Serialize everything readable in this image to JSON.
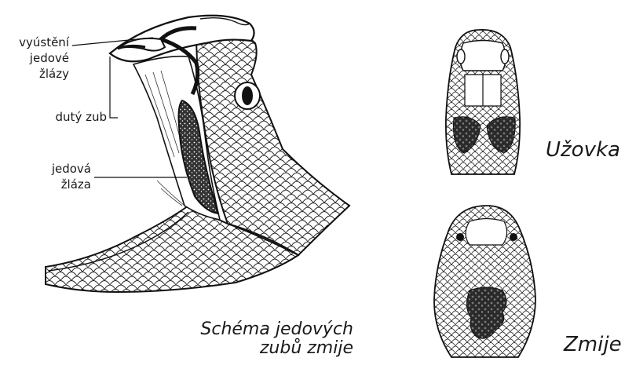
{
  "diagram": {
    "labels": {
      "duct_line1": "vyústění",
      "duct_line2": "jedové",
      "duct_line3": "žlázy",
      "hollow_tooth": "dutý zub",
      "gland_line1": "jedová",
      "gland_line2": "žláza"
    },
    "caption_line1": "Schéma jedových",
    "caption_line2": "zubů zmije",
    "heads": {
      "top_label": "Užovka",
      "bottom_label": "Zmije"
    },
    "colors": {
      "ink": "#1a1a1a",
      "paper": "#ffffff"
    }
  }
}
